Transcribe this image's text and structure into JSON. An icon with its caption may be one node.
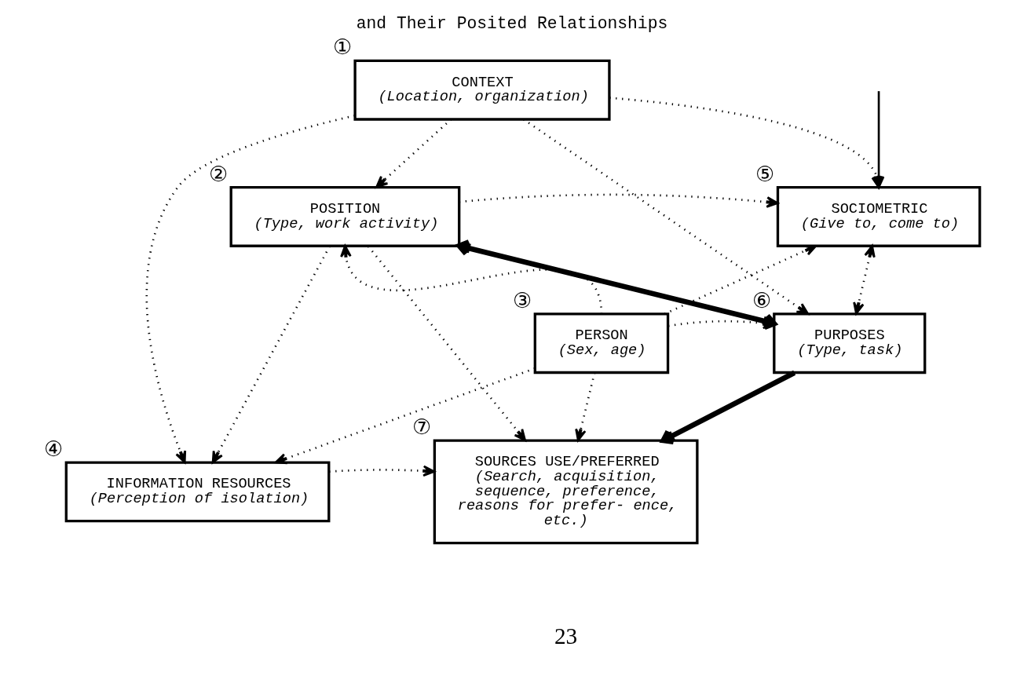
{
  "diagram": {
    "title": "and Their Posited Relationships",
    "nodes": [
      {
        "text": [
          "CONTEXT",
          "(Location, organization)"
        ],
        "beside": [
          "①"
        ]
      },
      {
        "text": [
          "POSITION",
          "(Type, work activity)"
        ],
        "beside": [
          "②"
        ]
      },
      {
        "text": [
          "PERSON",
          "(Sex, age)"
        ],
        "beside": [
          "③"
        ]
      },
      {
        "text": [
          "INFORMATION RESOURCES",
          "(Perception of isolation)"
        ],
        "beside": [
          "④"
        ]
      },
      {
        "text": [
          "SOCIOMETRIC",
          "(Give to, come to)"
        ],
        "beside": [
          "⑤"
        ]
      },
      {
        "text": [
          "PURPOSES",
          "(Type, task)"
        ],
        "beside": [
          "⑥"
        ]
      },
      {
        "text": [
          "SOURCES USE/PREFERRED",
          "(Search, acquisition, sequence, preference, reasons for prefer- ence, etc.)"
        ],
        "beside": [
          "⑦"
        ]
      }
    ],
    "edges": [
      {
        "from": 0,
        "to": 4,
        "arrow": "to",
        "style": "dashed"
      },
      {
        "from": 0,
        "to": 5,
        "arrow": "to",
        "style": "dashed"
      },
      {
        "from": 0,
        "to": 1,
        "arrow": "to",
        "style": "dashed"
      },
      {
        "from": 0,
        "to": 3,
        "arrow": "to",
        "style": "dashed"
      },
      {
        "from": 1,
        "to": 3,
        "arrow": "to",
        "style": "dashed"
      },
      {
        "from": 2,
        "to": 3,
        "arrow": "to",
        "style": "dashed"
      },
      {
        "from": 2,
        "to": 1,
        "arrow": "to",
        "style": "dashed"
      },
      {
        "from": 1,
        "to": 4,
        "arrow": "to",
        "style": "dashed"
      },
      {
        "from": 2,
        "to": 4,
        "arrow": "to",
        "style": "dashed"
      },
      {
        "from": 2,
        "to": 5,
        "arrow": "to",
        "style": "dashed"
      },
      {
        "from": 1,
        "to": 5,
        "arrow": "both",
        "style": "thick"
      },
      {
        "from": 1,
        "to": 6,
        "arrow": "to",
        "style": "dashed"
      },
      {
        "from": 2,
        "to": 6,
        "arrow": "to",
        "style": "dashed"
      },
      {
        "from": 4,
        "to": 5,
        "arrow": "both",
        "style": "dashed"
      },
      {
        "from": 5,
        "to": 6,
        "arrow": "to",
        "style": "thick"
      },
      {
        "from": 3,
        "to": 6,
        "arrow": "to",
        "style": "dashed"
      },
      {
        "from": null,
        "to": 4,
        "arrow": "to"
      }
    ],
    "labels": [
      "23"
    ]
  }
}
